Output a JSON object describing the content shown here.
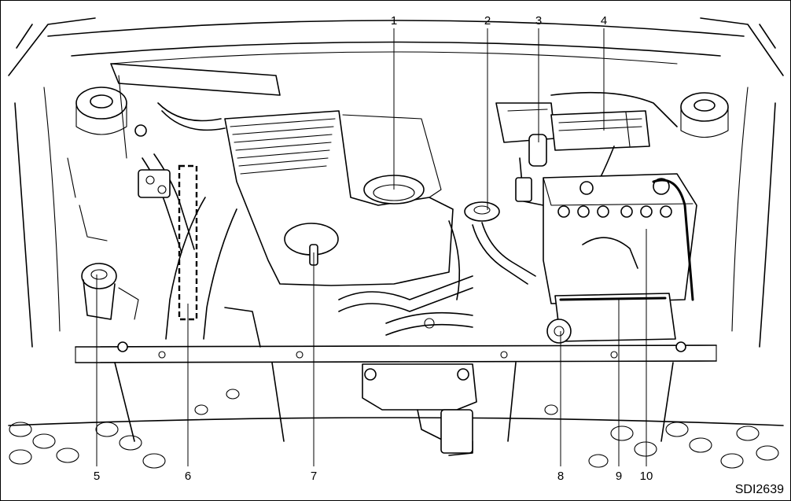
{
  "figure_code": "SDI2639",
  "callouts": [
    {
      "id": "1",
      "label": "1"
    },
    {
      "id": "2",
      "label": "2"
    },
    {
      "id": "3",
      "label": "3"
    },
    {
      "id": "4",
      "label": "4"
    },
    {
      "id": "5",
      "label": "5"
    },
    {
      "id": "6",
      "label": "6"
    },
    {
      "id": "7",
      "label": "7"
    },
    {
      "id": "8",
      "label": "8"
    },
    {
      "id": "9",
      "label": "9"
    },
    {
      "id": "10",
      "label": "10"
    }
  ]
}
